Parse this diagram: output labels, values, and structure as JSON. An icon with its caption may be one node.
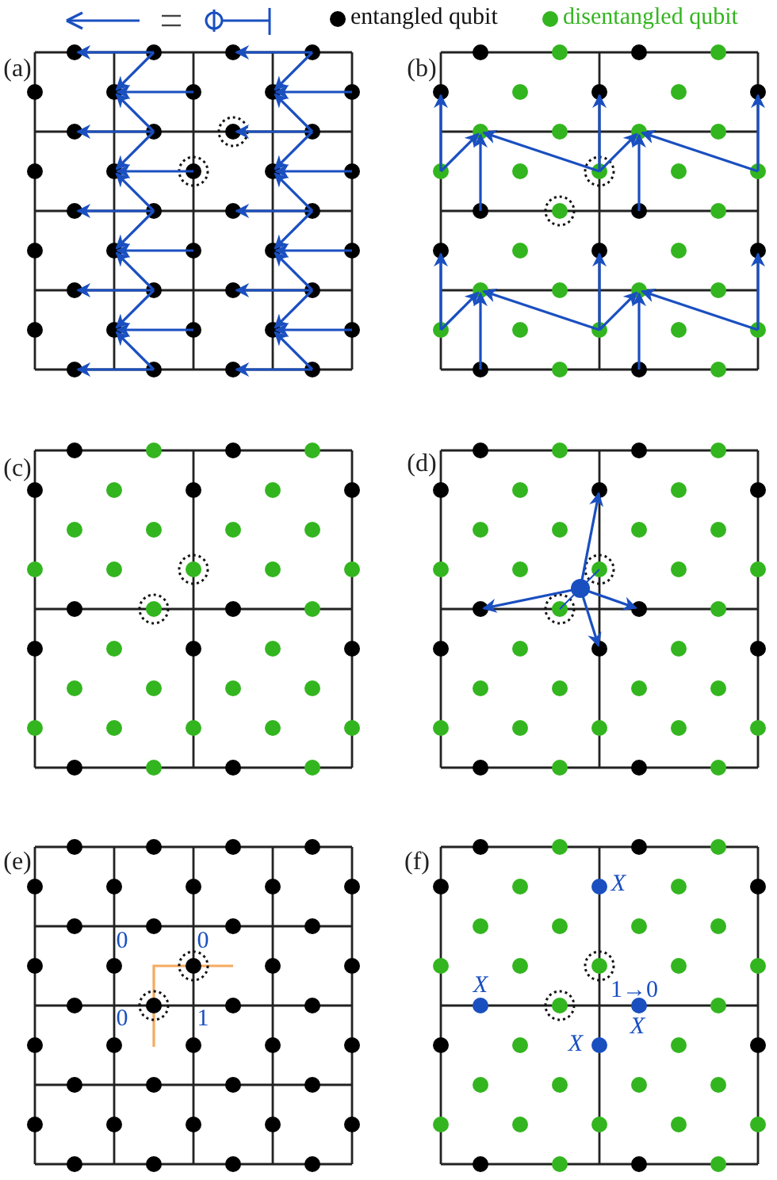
{
  "diagram": {
    "labels": [
      "(a)",
      "(b)",
      "(c)",
      "(d)",
      "(e)",
      "(f)",
      "0",
      "0",
      "0",
      "1",
      "X",
      "X",
      "1→0",
      "X",
      "X"
    ],
    "legend": [
      {
        "text": "entangled qubit",
        "color": "#000000"
      },
      {
        "text": "disentangled qubit",
        "color": "#33b51f"
      }
    ]
  }
}
